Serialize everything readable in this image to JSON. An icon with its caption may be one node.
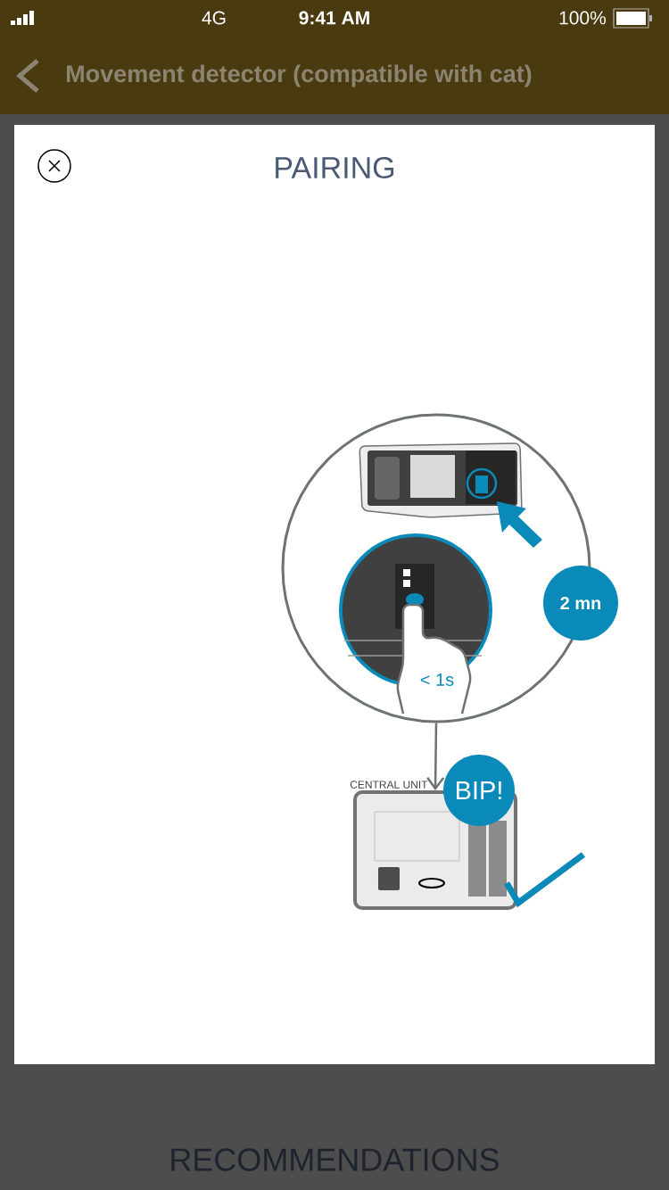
{
  "diagram": {
    "title": "PAIRING",
    "nodes": [
      {
        "text": [],
        "shape": "circle"
      },
      {
        "text": [
          "< 1s"
        ],
        "in": 0
      },
      {
        "text": [
          "2 mn"
        ]
      },
      {
        "text": [
          "CENTRAL UNIT"
        ]
      },
      {
        "text": [
          "BIP!"
        ]
      }
    ],
    "edges": [
      {
        "from": 0,
        "to": 3,
        "arrow": "to"
      }
    ],
    "labels": [
      "4G",
      "9:41 AM",
      "100%",
      "Movement detector (compatible with cat)",
      "RECOMMENDATIONS"
    ]
  }
}
